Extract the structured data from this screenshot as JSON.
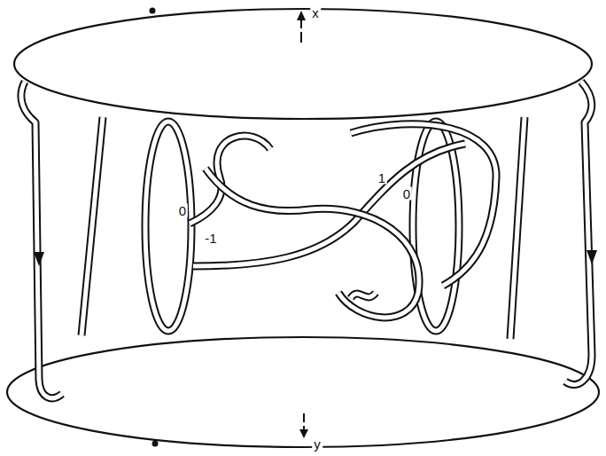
{
  "diagram": {
    "labels": [
      "x",
      "1",
      "0",
      "0",
      "-1",
      "y"
    ]
  }
}
